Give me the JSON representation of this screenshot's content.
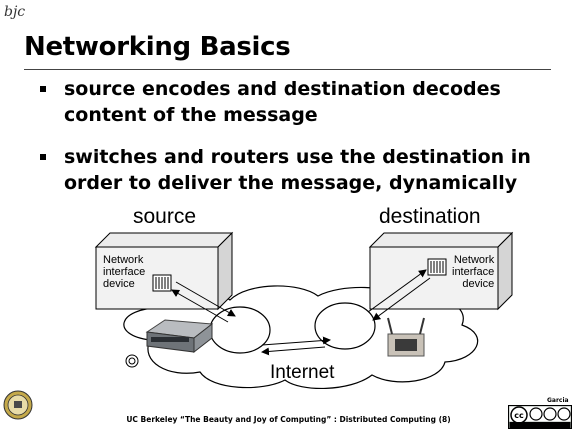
{
  "logo": "bjc",
  "title": "Networking Basics",
  "bullets": [
    "source encodes and destination decodes content of the message",
    "switches and routers use the destination in order to deliver the message, dynamically"
  ],
  "diagram": {
    "source_label": "source",
    "destination_label": "destination",
    "source_device_label": [
      "Network",
      "interface",
      "device"
    ],
    "destination_device_label": [
      "Network",
      "interface",
      "device"
    ],
    "cloud_label": "Internet"
  },
  "footer": "UC Berkeley “The Beauty and Joy of Computing” : Distributed Computing (8)",
  "author": "Garcia",
  "license_badge": "cc by nc sa"
}
